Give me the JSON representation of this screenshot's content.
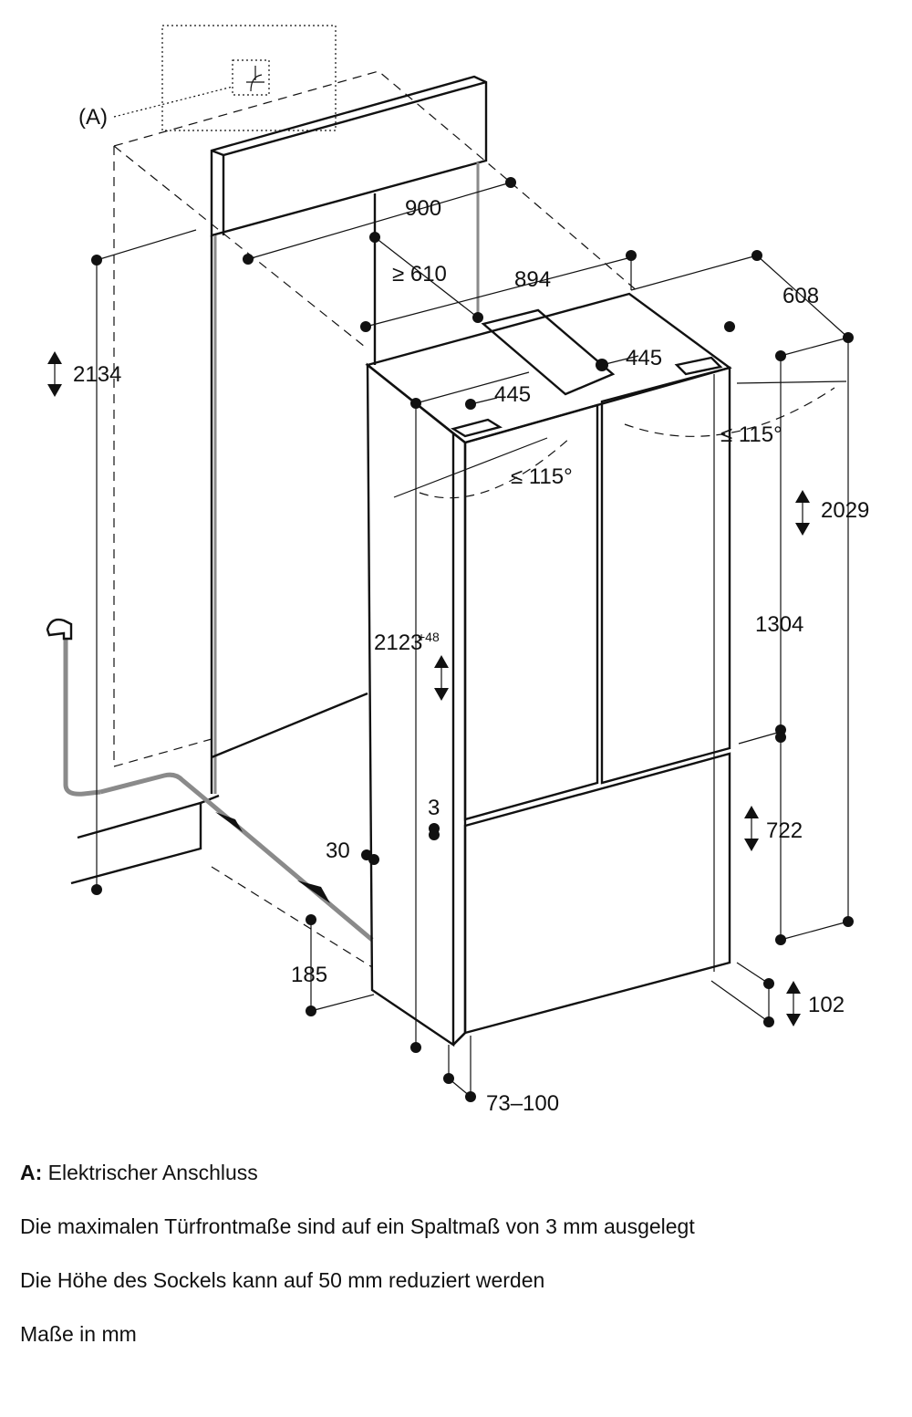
{
  "diagram": {
    "connection_marker": "(A)",
    "dimensions": {
      "niche_width": "900",
      "min_depth": "≥ 610",
      "appliance_width": "894",
      "appliance_depth": "608",
      "door_width_left": "445",
      "door_width_right": "445",
      "door_angle_left": "≤ 115°",
      "door_angle_right": "≤ 115°",
      "niche_height": "2134",
      "appliance_height": "2029",
      "upper_door_height": "1304",
      "drawer_height": "722",
      "niche_height_range": "2123",
      "niche_height_tolerance": "+48",
      "gap": "3",
      "side_offset": "30",
      "water_height": "185",
      "plinth_height": "102",
      "plinth_depth": "73–100"
    }
  },
  "notes": {
    "a_label": "A:",
    "a_text": "Elektrischer Anschluss",
    "line1": "Die maximalen Türfrontmaße sind auf ein Spaltmaß von 3 mm ausgelegt",
    "line2": "Die Höhe des Sockels kann auf 50 mm reduziert werden",
    "line3": "Maße in mm"
  }
}
